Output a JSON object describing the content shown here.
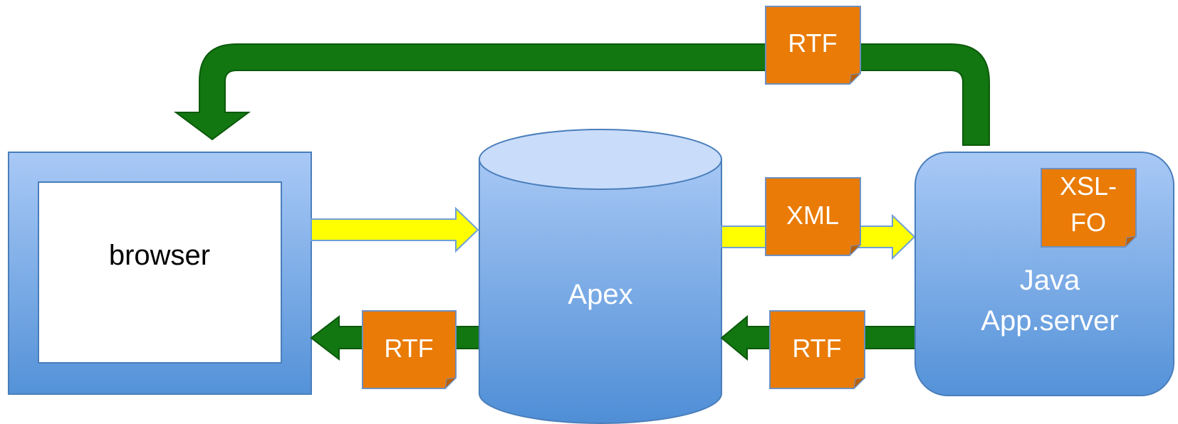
{
  "nodes": {
    "browser": {
      "label": "browser"
    },
    "apex": {
      "label": "Apex"
    },
    "java_server": {
      "label_line1": "Java",
      "label_line2": "App.server"
    }
  },
  "documents": {
    "top_rtf": "RTF",
    "xml": "XML",
    "xsl_fo_line1": "XSL-",
    "xsl_fo_line2": "FO",
    "apex_to_browser_rtf": "RTF",
    "server_to_apex_rtf": "RTF"
  },
  "colors": {
    "node_fill_top": "#a4c4f4",
    "node_fill_bottom": "#5592d8",
    "node_border": "#4a7ebb",
    "green_arrow": "#127611",
    "green_arrow_border": "#0b5a0b",
    "yellow_arrow": "#ffff00",
    "yellow_arrow_border": "#6fa0d6",
    "doc_fill": "#e97b06",
    "doc_border": "#6f8fbf"
  }
}
